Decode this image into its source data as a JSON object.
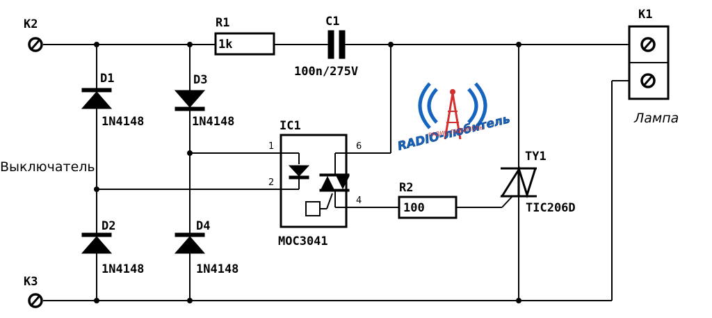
{
  "terminals": {
    "k2": "K2",
    "k3": "K3",
    "k1": "K1"
  },
  "switch_label": "Выключатель",
  "lamp_label": "Лампа",
  "r1": {
    "ref": "R1",
    "value": "1k"
  },
  "c1": {
    "ref": "C1",
    "value": "100n/275V"
  },
  "d1": {
    "ref": "D1",
    "part": "1N4148"
  },
  "d2": {
    "ref": "D2",
    "part": "1N4148"
  },
  "d3": {
    "ref": "D3",
    "part": "1N4148"
  },
  "d4": {
    "ref": "D4",
    "part": "1N4148"
  },
  "ic1": {
    "ref": "IC1",
    "part": "MOC3041",
    "pins": {
      "p1": "1",
      "p2": "2",
      "p4": "4",
      "p6": "6"
    }
  },
  "r2": {
    "ref": "R2",
    "value": "100"
  },
  "ty1": {
    "ref": "TY1",
    "part": "TIC206D"
  },
  "watermark": {
    "text": "RADIO-любитель",
    "small": "РАДИО-ЛЮБИТЕЛЬ",
    "icon": "radio-tower-icon",
    "blue": "#1565c0",
    "red": "#d32f2f"
  }
}
